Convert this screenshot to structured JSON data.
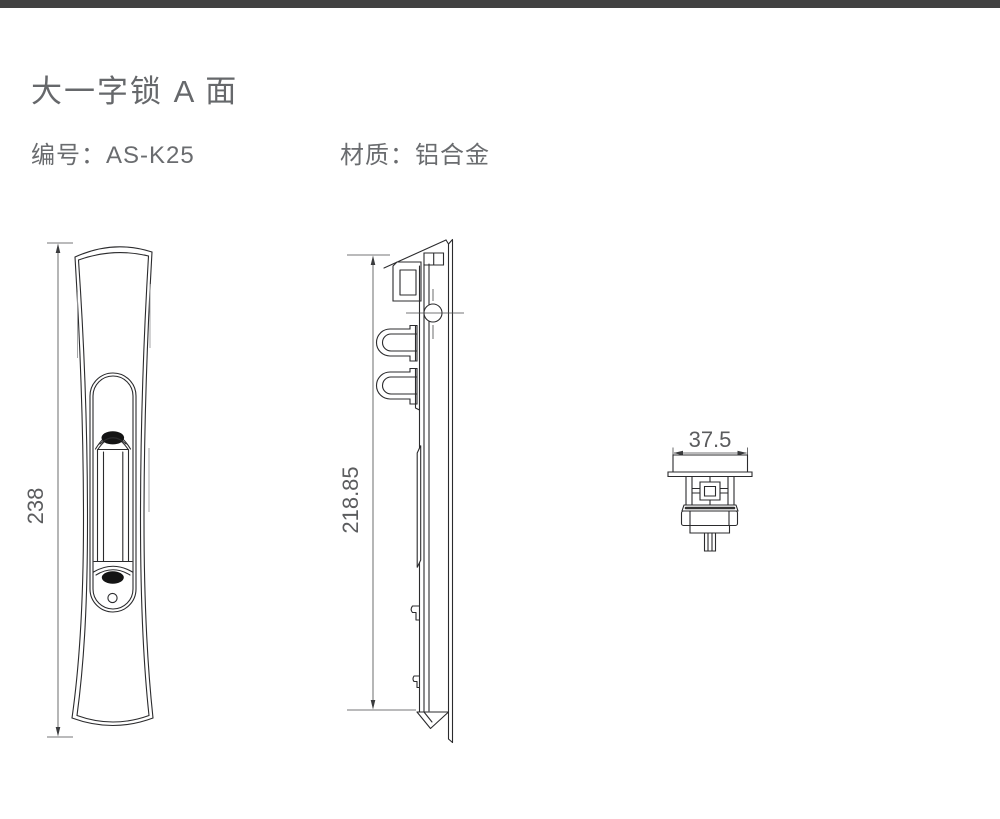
{
  "page": {
    "topbar_color": "#424242",
    "background": "#ffffff"
  },
  "header": {
    "title": "大一字锁 A 面",
    "code_label": "编号：",
    "code_value": "AS-K25",
    "material_label": "材质：",
    "material_value": "铝合金"
  },
  "drawings": {
    "front": {
      "dimension": "238"
    },
    "side": {
      "dimension": "218.85"
    },
    "detail": {
      "dimension": "37.5"
    }
  }
}
